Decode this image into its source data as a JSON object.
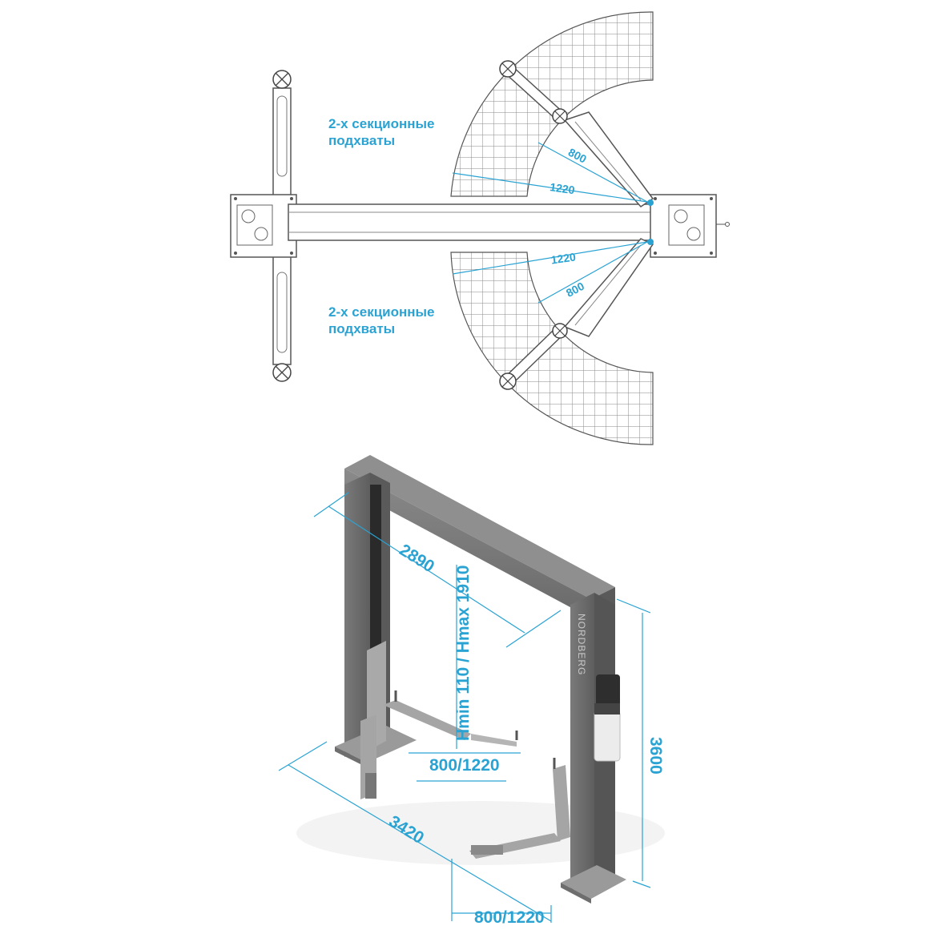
{
  "top_view": {
    "note_upper_line1": "2-х секционные",
    "note_upper_line2": "подхваты",
    "note_lower_line1": "2-х секционные",
    "note_lower_line2": "подхваты",
    "dim_arm_short_upper": "800",
    "dim_arm_long_upper": "1220",
    "dim_arm_long_lower": "1220",
    "dim_arm_short_lower": "800"
  },
  "iso_view": {
    "dim_width_inner": "2890",
    "dim_height_range": "Hmin 110 / Hmax 1910",
    "dim_total_height": "3600",
    "dim_base_length": "3420",
    "dim_arm_upper": "800/1220",
    "dim_arm_lower": "800/1220",
    "brand": "NORDBERG"
  },
  "colors": {
    "accent": "#2aa3d3",
    "line": "#555555",
    "post": "#6e6e6e"
  }
}
